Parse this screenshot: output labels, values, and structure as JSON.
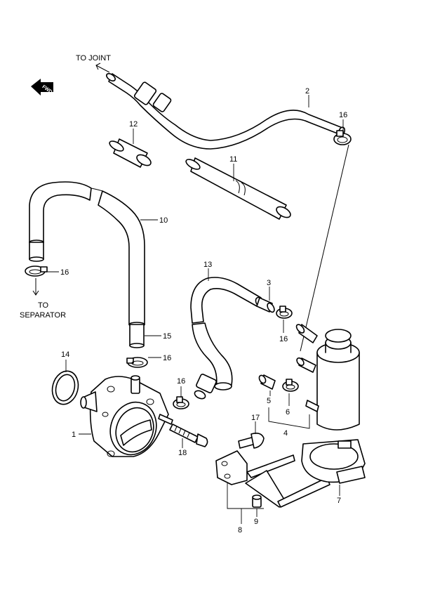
{
  "notes": {
    "to_joint": "TO JOINT",
    "to_separator_1": "TO",
    "to_separator_2": "SEPARATOR",
    "fwd": "FWD"
  },
  "callouts": {
    "c1": "1",
    "c2": "2",
    "c3": "3",
    "c4": "4",
    "c5": "5",
    "c6": "6",
    "c7": "7",
    "c8": "8",
    "c9": "9",
    "c10": "10",
    "c11": "11",
    "c12": "12",
    "c13": "13",
    "c14": "14",
    "c15": "15",
    "c16a": "16",
    "c16b": "16",
    "c16c": "16",
    "c16d": "16",
    "c16e": "16",
    "c17": "17",
    "c18": "18"
  }
}
